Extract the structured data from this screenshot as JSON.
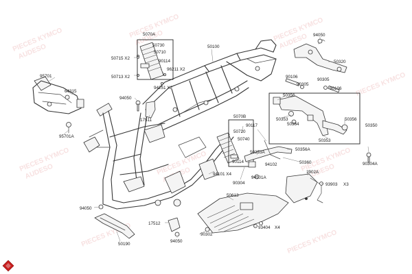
{
  "colors": {
    "line": "#333333",
    "label": "#1a1a1a",
    "watermark": "#f2c9c9",
    "logo": "#c81e1e"
  },
  "watermark_text": [
    "PIECES KYMCO",
    "AUDESO"
  ],
  "labels": {
    "l5070A": "5070A",
    "l50730": "50730",
    "l50710": "50710",
    "l90114a": "90114",
    "l96211": "96211 X2",
    "l50715": "50715 X2",
    "l50713": "50713 X2",
    "l94251": "94251 X2",
    "l50100": "50100",
    "l94050a": "94050",
    "l50320": "50320",
    "l90106a": "90106",
    "l90305a": "90305",
    "l90106b": "90106",
    "l90305b": "90305",
    "l95701": "95701",
    "l64315": "64315",
    "l94050b": "94050",
    "l17511": "17511",
    "l95701A": "95701A",
    "l50356a": "50356",
    "l50353a": "50353",
    "l50364": "50364",
    "l50356b": "50356",
    "l50350": "50350",
    "l50353b": "50353",
    "l5070B": "5070B",
    "l90117": "90117",
    "l50720": "50720",
    "l50740": "50740",
    "l90114b": "90114",
    "l50353A": "50353A",
    "l50356A": "50356A",
    "l50360": "50360",
    "l94102": "94102",
    "l94101X4": "94101 X4",
    "l94101A": "94101A",
    "l90304": "90304",
    "l90304A": "90304A",
    "l1902A": "1902A",
    "l93903": "93903",
    "l93903x": "X3",
    "l50613": "50613",
    "l94050c": "94050",
    "l17512": "17512",
    "l90302": "90302",
    "l93404": "93404",
    "l93404x": "X4",
    "l50190": "50190",
    "l94050d": "94050"
  }
}
